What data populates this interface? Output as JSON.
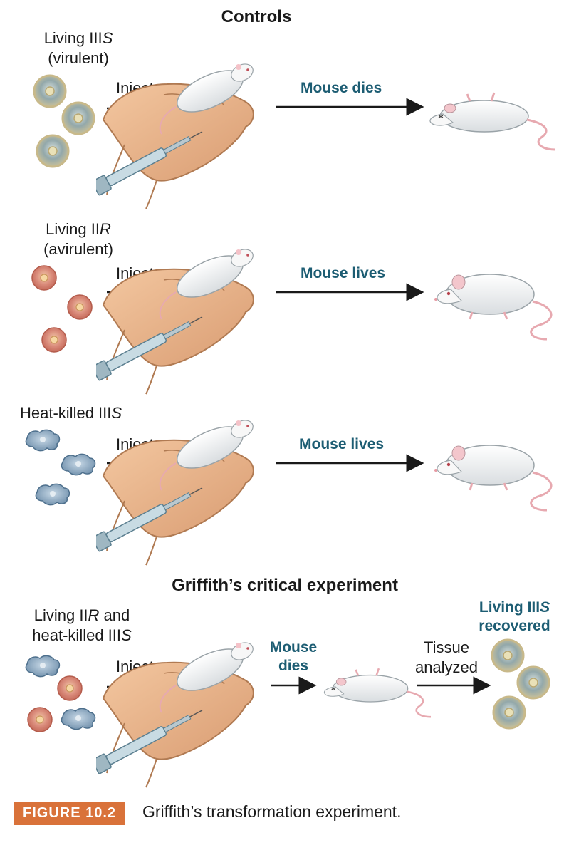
{
  "headings": {
    "controls": "Controls",
    "critical": "Griffith’s critical experiment"
  },
  "inject_label": "Inject",
  "rows": [
    {
      "label_line1_pre": "Living III",
      "label_line1_italic": "S",
      "label_line2": "(virulent)",
      "outcome": "Mouse dies",
      "cell_type": "smooth-virulent",
      "mouse_state": "dead"
    },
    {
      "label_line1_pre": "Living II",
      "label_line1_italic": "R",
      "label_line2": "(avirulent)",
      "outcome": "Mouse lives",
      "cell_type": "rough-avirulent",
      "mouse_state": "alive"
    },
    {
      "label_line1_pre": "Heat-killed III",
      "label_line1_italic": "S",
      "label_line2": "",
      "outcome": "Mouse lives",
      "cell_type": "heat-killed",
      "mouse_state": "alive"
    }
  ],
  "critical": {
    "label_line1_pre": "Living II",
    "label_line1_italic": "R",
    "label_line1_post": " and",
    "label_line2_pre": "heat-killed III",
    "label_line2_italic": "S",
    "outcome_line1": "Mouse",
    "outcome_line2": "dies",
    "tissue_line1": "Tissue",
    "tissue_line2": "analyzed",
    "result_line1_pre": "Living III",
    "result_line1_italic": "S",
    "result_line2": "recovered"
  },
  "caption": {
    "badge": "FIGURE 10.2",
    "text": "Griffith’s transformation experiment."
  },
  "colors": {
    "outcome_text": "#1d5d73",
    "badge_bg": "#d9723a",
    "smooth_cell": "#8fa3a6",
    "rough_cell": "#d98a7a",
    "heat_killed": "#7f9fb8",
    "hand": "#e8b48c",
    "mouse": "#f4f4f4"
  }
}
